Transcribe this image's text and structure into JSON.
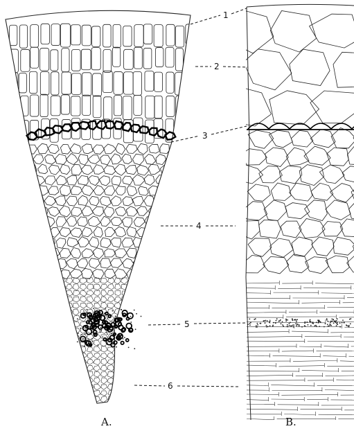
{
  "figure": {
    "labels": [
      "1",
      "2",
      "3",
      "4",
      "5",
      "6"
    ],
    "captions": {
      "a": "A.",
      "b": "B."
    }
  }
}
